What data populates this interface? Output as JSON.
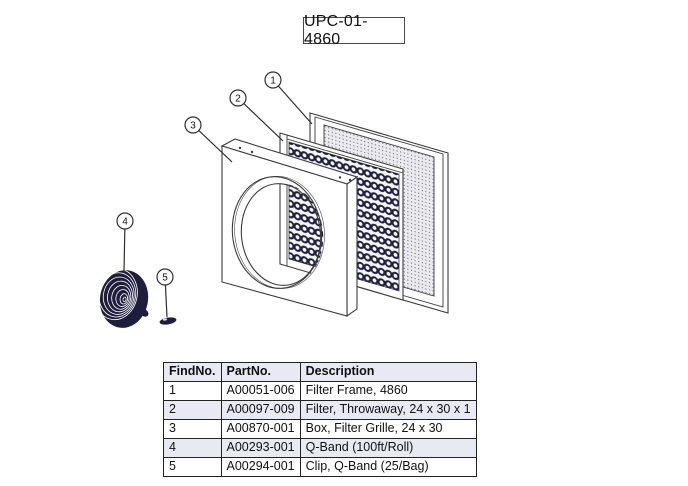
{
  "title": "UPC-01-4860",
  "diagram": {
    "callouts": [
      {
        "label": "1",
        "points_to": "Filter Frame"
      },
      {
        "label": "2",
        "points_to": "Filter, Throwaway"
      },
      {
        "label": "3",
        "points_to": "Box, Filter Grille"
      },
      {
        "label": "4",
        "points_to": "Q-Band roll"
      },
      {
        "label": "5",
        "points_to": "Q-Band clip"
      }
    ]
  },
  "table": {
    "headers": {
      "find_no": "FindNo.",
      "part_no": "PartNo.",
      "description": "Description"
    },
    "rows": [
      {
        "find_no": "1",
        "part_no": "A00051-006",
        "description": "Filter Frame, 4860"
      },
      {
        "find_no": "2",
        "part_no": "A00097-009",
        "description": "Filter, Throwaway, 24 x 30 x 1"
      },
      {
        "find_no": "3",
        "part_no": "A00870-001",
        "description": "Box, Filter Grille, 24 x 30"
      },
      {
        "find_no": "4",
        "part_no": "A00293-001",
        "description": "Q-Band (100ft/Roll)"
      },
      {
        "find_no": "5",
        "part_no": "A00294-001",
        "description": "Clip, Q-Band (25/Bag)"
      }
    ]
  },
  "colors": {
    "row_alt": "#e9e9f3",
    "table_border": "#222222",
    "outline": "#3b3b3b",
    "coil_fill": "#1e1e3c",
    "frame_mesh_bg": "#ebebef",
    "coil_ring": "#20203e"
  }
}
